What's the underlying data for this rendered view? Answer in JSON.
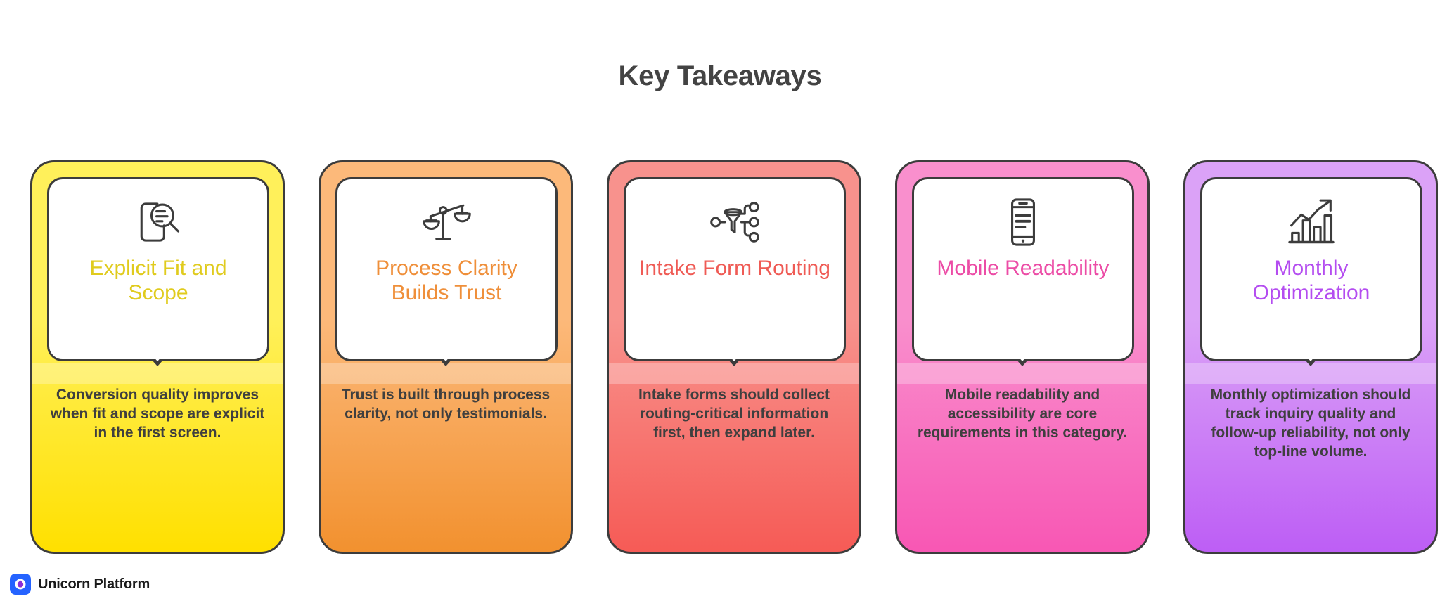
{
  "header": {
    "title": "Key Takeaways"
  },
  "footer": {
    "brand": "Unicorn Platform",
    "logo_icon": "unicorn-droplet-icon",
    "logo_bg_color": "#2563ff",
    "logo_droplet_color": "#8b2fd6"
  },
  "cards": [
    {
      "icon": "document-search-icon",
      "title": "Explicit Fit and Scope",
      "description": "Conversion quality improves when fit and scope are explicit in the first screen.",
      "accent_color": "#e0cb1e",
      "gradient_from": "#fff05a",
      "gradient_to": "#ffe000",
      "outline_color": "#3c3c3c"
    },
    {
      "icon": "balance-scale-icon",
      "title": "Process Clarity Builds Trust",
      "description": "Trust is built through process clarity, not only testimonials.",
      "accent_color": "#ef8f3a",
      "gradient_from": "#fcb97a",
      "gradient_to": "#f2912f",
      "outline_color": "#3c3c3c"
    },
    {
      "icon": "funnel-routing-icon",
      "title": "Intake Form Routing",
      "description": "Intake forms should collect routing-critical information first, then expand later.",
      "accent_color": "#ef5b55",
      "gradient_from": "#f8928d",
      "gradient_to": "#f65b56",
      "outline_color": "#3c3c3c"
    },
    {
      "icon": "mobile-phone-icon",
      "title": "Mobile Readability",
      "description": "Mobile readability and accessibility are core requirements in this category.",
      "accent_color": "#ec4ca6",
      "gradient_from": "#f98fcd",
      "gradient_to": "#f857b4",
      "outline_color": "#3c3c3c"
    },
    {
      "icon": "growth-bar-chart-icon",
      "title": "Monthly Optimization",
      "description": "Monthly optimization should track inquiry quality and follow-up reliability, not only top-line volume.",
      "accent_color": "#b44df0",
      "gradient_from": "#dba2f7",
      "gradient_to": "#bd5ef5",
      "outline_color": "#3c3c3c"
    }
  ]
}
